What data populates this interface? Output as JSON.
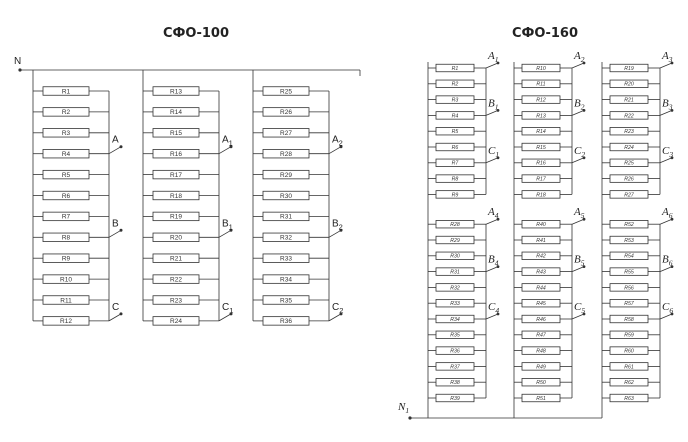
{
  "left": {
    "title": "СФО-100",
    "neutral": "N",
    "columns": [
      {
        "resistors": [
          "R1",
          "R2",
          "R3",
          "R4",
          "R5",
          "R6",
          "R7",
          "R8",
          "R9",
          "R10",
          "R11",
          "R12"
        ],
        "taps": [
          {
            "label": "A",
            "sub": "",
            "after": 4
          },
          {
            "label": "B",
            "sub": "",
            "after": 8
          },
          {
            "label": "C",
            "sub": "",
            "after": 12
          }
        ]
      },
      {
        "resistors": [
          "R13",
          "R14",
          "R15",
          "R16",
          "R17",
          "R18",
          "R19",
          "R20",
          "R21",
          "R22",
          "R23",
          "R24"
        ],
        "taps": [
          {
            "label": "A",
            "sub": "1",
            "after": 4
          },
          {
            "label": "B",
            "sub": "1",
            "after": 8
          },
          {
            "label": "C",
            "sub": "1",
            "after": 12
          }
        ]
      },
      {
        "resistors": [
          "R25",
          "R26",
          "R27",
          "R28",
          "R29",
          "R30",
          "R31",
          "R32",
          "R33",
          "R34",
          "R35",
          "R36"
        ],
        "taps": [
          {
            "label": "A",
            "sub": "2",
            "after": 4
          },
          {
            "label": "B",
            "sub": "2",
            "after": 8
          },
          {
            "label": "C",
            "sub": "2",
            "after": 12
          }
        ]
      }
    ]
  },
  "right": {
    "title": "СФО-160",
    "neutral": {
      "label": "N",
      "sub": "1"
    },
    "columns": [
      {
        "resistors": [
          "R1",
          "R2",
          "R3",
          "R4",
          "R5",
          "R6",
          "R7",
          "R8",
          "R9",
          "R28",
          "R29",
          "R30",
          "R31",
          "R32",
          "R33",
          "R34",
          "R35",
          "R36",
          "R37",
          "R38",
          "R39"
        ],
        "taps": [
          {
            "label": "A",
            "sub": "1"
          },
          {
            "label": "B",
            "sub": "1"
          },
          {
            "label": "C",
            "sub": "1"
          },
          {
            "label": "A",
            "sub": "4"
          },
          {
            "label": "B",
            "sub": "4"
          },
          {
            "label": "C",
            "sub": "4"
          }
        ]
      },
      {
        "resistors": [
          "R10",
          "R11",
          "R12",
          "R13",
          "R14",
          "R15",
          "R16",
          "R17",
          "R18",
          "R40",
          "R41",
          "R42",
          "R43",
          "R44",
          "R45",
          "R46",
          "R47",
          "R48",
          "R49",
          "R50",
          "R51"
        ],
        "taps": [
          {
            "label": "A",
            "sub": "2"
          },
          {
            "label": "B",
            "sub": "2"
          },
          {
            "label": "C",
            "sub": "2"
          },
          {
            "label": "A",
            "sub": "5"
          },
          {
            "label": "B",
            "sub": "5"
          },
          {
            "label": "C",
            "sub": "5"
          }
        ]
      },
      {
        "resistors": [
          "R19",
          "R20",
          "R21",
          "R22",
          "R23",
          "R24",
          "R25",
          "R26",
          "R27",
          "R52",
          "R53",
          "R54",
          "R55",
          "R56",
          "R57",
          "R58",
          "R59",
          "R60",
          "R61",
          "R62",
          "R63"
        ],
        "taps": [
          {
            "label": "A",
            "sub": "3"
          },
          {
            "label": "B",
            "sub": "3"
          },
          {
            "label": "C",
            "sub": "3"
          },
          {
            "label": "A",
            "sub": "6"
          },
          {
            "label": "B",
            "sub": "6"
          },
          {
            "label": "C",
            "sub": "6"
          }
        ]
      }
    ]
  }
}
